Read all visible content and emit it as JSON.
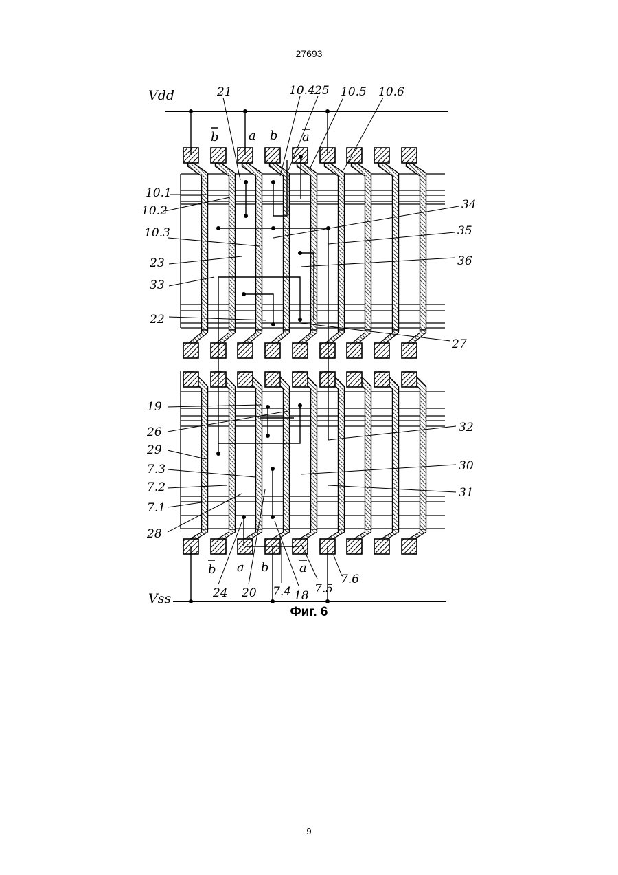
{
  "header": {
    "page_code": "27693"
  },
  "footer": {
    "page_number": "9"
  },
  "figure": {
    "caption": "Фиг. 6",
    "rails": {
      "top": "Vdd",
      "bottom": "Vss"
    },
    "top_signals": [
      {
        "text": "b",
        "overbar": true
      },
      {
        "text": "a",
        "overbar": false
      },
      {
        "text": "b",
        "overbar": false
      },
      {
        "text": "a",
        "overbar": true
      }
    ],
    "bottom_signals": [
      {
        "text": "b",
        "overbar": true
      },
      {
        "text": "a",
        "overbar": false
      },
      {
        "text": "b",
        "overbar": false
      },
      {
        "text": "a",
        "overbar": true
      }
    ],
    "top_labels": [
      "21",
      "10.4",
      "25",
      "10.5",
      "10.6"
    ],
    "left_labels": [
      "10.1",
      "10.2",
      "10.3",
      "23",
      "33",
      "22",
      "19",
      "26",
      "29",
      "7.3",
      "7.2",
      "7.1",
      "28"
    ],
    "right_labels": [
      "34",
      "35",
      "36",
      "27",
      "32",
      "30",
      "31"
    ],
    "bottom_labels": [
      "24",
      "20",
      "7.4",
      "18",
      "7.5",
      "7.6"
    ]
  }
}
